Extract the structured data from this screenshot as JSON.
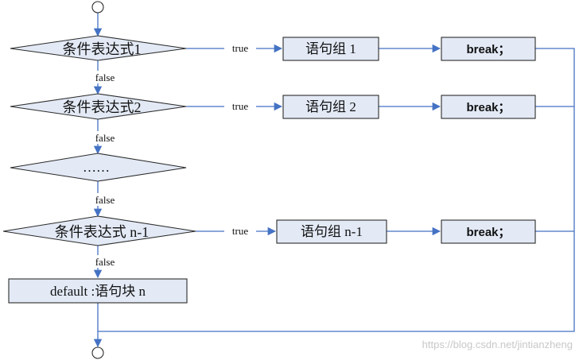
{
  "diagram": {
    "nodes": {
      "cond1": "条件表达式1",
      "cond2": "条件表达式2",
      "cond_ellipsis": "……",
      "cond_n1": "条件表达式 n-1",
      "group1": "语句组 1",
      "group2": "语句组 2",
      "group_n1": "语句组 n-1",
      "break1": "break；",
      "break2": "break；",
      "break_n1": "break；",
      "default": "default :语句块 n"
    },
    "edge_labels": {
      "true1": "true",
      "true2": "true",
      "true_n1": "true",
      "false1": "false",
      "false2": "false",
      "false3": "false",
      "false4": "false"
    },
    "colors": {
      "line": "#4472c4",
      "node_fill": "#e3eaf6",
      "border": "#2b2b2b"
    }
  },
  "watermark": "https://blog.csdn.net/jintianzheng"
}
